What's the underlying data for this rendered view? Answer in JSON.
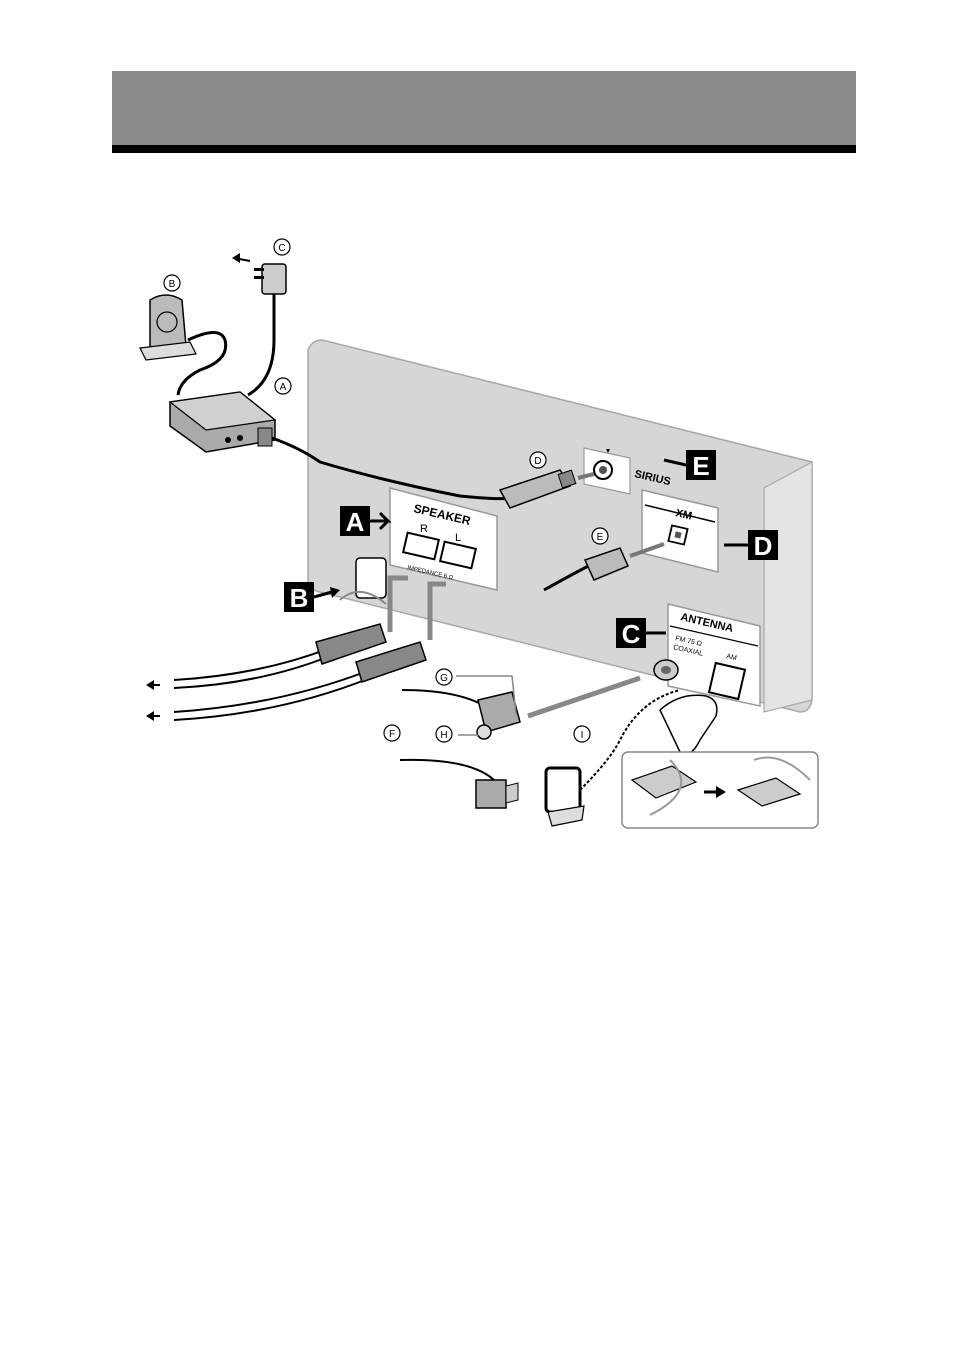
{
  "panel_labels": {
    "speaker": "SPEAKER",
    "r": "R",
    "l": "L",
    "impedance": "IMPEDANCE 6 Ω",
    "sirius": "SIRIUS",
    "xm": "XM",
    "antenna": "ANTENNA",
    "fm": "FM 75 Ω",
    "coaxial": "COAXIAL",
    "am": "AM"
  },
  "callouts": {
    "a": "A",
    "b": "B",
    "c": "C",
    "d": "D",
    "e": "E"
  },
  "circled": {
    "a": "A",
    "b": "B",
    "c": "C",
    "d": "D",
    "e": "E",
    "f": "F",
    "g": "G",
    "h": "H",
    "i": "I"
  },
  "colors": {
    "band": "#8a8a8a",
    "panel": "#d4d4d4",
    "label_box": "#ffffff"
  }
}
